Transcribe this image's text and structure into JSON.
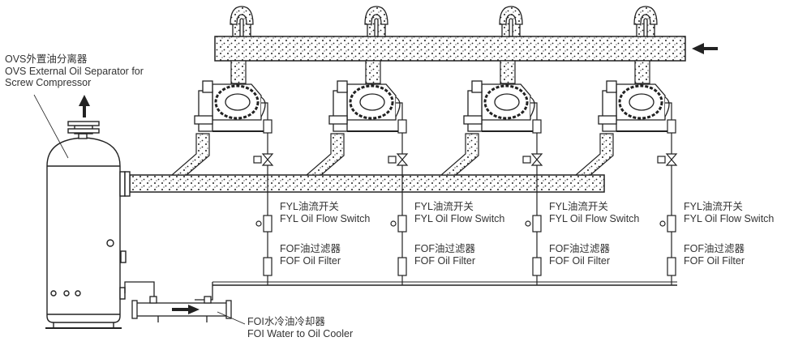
{
  "separator": {
    "label_cn": "OVS外置油分离器",
    "label_en_1": "OVS External Oil Separator for",
    "label_en_2": "Screw Compressor"
  },
  "units": [
    {
      "switch_cn": "FYL油流开关",
      "switch_en": "FYL Oil Flow Switch",
      "filter_cn": "FOF油过滤器",
      "filter_en": "FOF Oil Filter"
    },
    {
      "switch_cn": "FYL油流开关",
      "switch_en": "FYL Oil Flow Switch",
      "filter_cn": "FOF油过滤器",
      "filter_en": "FOF Oil Filter"
    },
    {
      "switch_cn": "FYL油流开关",
      "switch_en": "FYL Oil Flow Switch",
      "filter_cn": "FOF油过滤器",
      "filter_en": "FOF Oil Filter"
    },
    {
      "switch_cn": "FYL油流开关",
      "switch_en": "FYL Oil Flow Switch",
      "filter_cn": "FOF油过滤器",
      "filter_en": "FOF Oil Filter"
    }
  ],
  "cooler": {
    "label_cn": "FOI水冷油冷却器",
    "label_en": "FOI Water to Oil Cooler"
  },
  "colors": {
    "line": "#222222",
    "background": "#ffffff"
  }
}
